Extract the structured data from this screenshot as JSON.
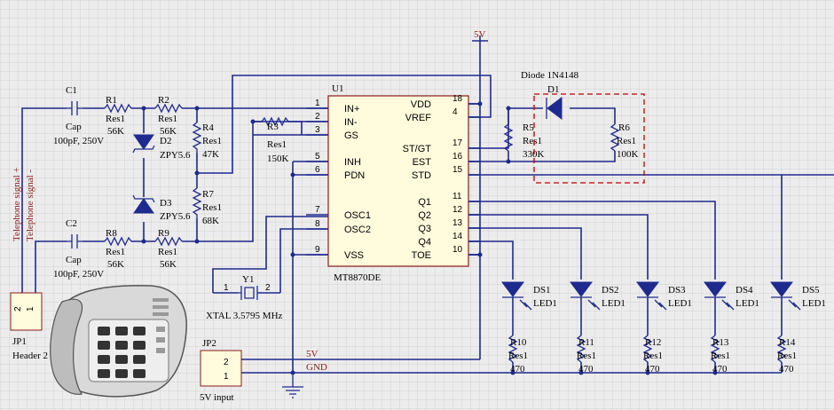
{
  "ic": {
    "ref": "U1",
    "part": "MT8870DE",
    "left_pins": [
      {
        "num": "1",
        "name": "IN+"
      },
      {
        "num": "2",
        "name": "IN-"
      },
      {
        "num": "3",
        "name": "GS"
      },
      {
        "num": "5",
        "name": "INH"
      },
      {
        "num": "6",
        "name": "PDN"
      },
      {
        "num": "7",
        "name": "OSC1"
      },
      {
        "num": "8",
        "name": "OSC2"
      },
      {
        "num": "9",
        "name": "VSS"
      }
    ],
    "right_pins": [
      {
        "num": "18",
        "name": "VDD"
      },
      {
        "num": "4",
        "name": "VREF"
      },
      {
        "num": "17",
        "name": "ST/GT"
      },
      {
        "num": "16",
        "name": "EST"
      },
      {
        "num": "15",
        "name": "STD"
      },
      {
        "num": "11",
        "name": "Q1"
      },
      {
        "num": "12",
        "name": "Q2"
      },
      {
        "num": "13",
        "name": "Q3"
      },
      {
        "num": "14",
        "name": "Q4"
      },
      {
        "num": "10",
        "name": "TOE"
      }
    ]
  },
  "caps": [
    {
      "ref": "C1",
      "type": "Cap",
      "value": "100pF, 250V"
    },
    {
      "ref": "C2",
      "type": "Cap",
      "value": "100pF, 250V"
    }
  ],
  "resistors": [
    {
      "ref": "R1",
      "type": "Res1",
      "value": "56K"
    },
    {
      "ref": "R2",
      "type": "Res1",
      "value": "56K"
    },
    {
      "ref": "R3",
      "type": "Res1",
      "value": "150K"
    },
    {
      "ref": "R4",
      "type": "Res1",
      "value": "47K"
    },
    {
      "ref": "R5",
      "type": "Res1",
      "value": "330K"
    },
    {
      "ref": "R6",
      "type": "Res1",
      "value": "100K"
    },
    {
      "ref": "R7",
      "type": "Res1",
      "value": "68K"
    },
    {
      "ref": "R8",
      "type": "Res1",
      "value": "56K"
    },
    {
      "ref": "R9",
      "type": "Res1",
      "value": "56K"
    },
    {
      "ref": "R10",
      "type": "Res1",
      "value": "470"
    },
    {
      "ref": "R11",
      "type": "Res1",
      "value": "470"
    },
    {
      "ref": "R12",
      "type": "Res1",
      "value": "470"
    },
    {
      "ref": "R13",
      "type": "Res1",
      "value": "470"
    },
    {
      "ref": "R14",
      "type": "Res1",
      "value": "470"
    }
  ],
  "zeners": [
    {
      "ref": "D2",
      "value": "ZPY5.6"
    },
    {
      "ref": "D3",
      "value": "ZPY5.6"
    }
  ],
  "diode": {
    "ref": "D1",
    "title": "Diode 1N4148"
  },
  "leds": [
    {
      "ref": "DS1",
      "type": "LED1"
    },
    {
      "ref": "DS2",
      "type": "LED1"
    },
    {
      "ref": "DS3",
      "type": "LED1"
    },
    {
      "ref": "DS4",
      "type": "LED1"
    },
    {
      "ref": "DS5",
      "type": "LED1"
    }
  ],
  "crystal": {
    "ref": "Y1",
    "value": "XTAL 3.5795 MHz",
    "pin1": "1",
    "pin2": "2"
  },
  "jp1": {
    "ref": "JP1",
    "name": "Header 2",
    "pin_top": "2",
    "pin_bottom": "1"
  },
  "jp2": {
    "ref": "JP2",
    "name": "5V input",
    "pin_top": "2",
    "pin_bottom": "1"
  },
  "signals": {
    "tel_plus": "Telephone signal +",
    "tel_minus": "Telephone signal -"
  },
  "nets": {
    "vcc_top": "5V",
    "vcc": "5V",
    "gnd": "GND"
  },
  "colors": {
    "wire": "#1f2a8f",
    "net_label": "#8b1a1a",
    "highlight": "#c00000"
  }
}
